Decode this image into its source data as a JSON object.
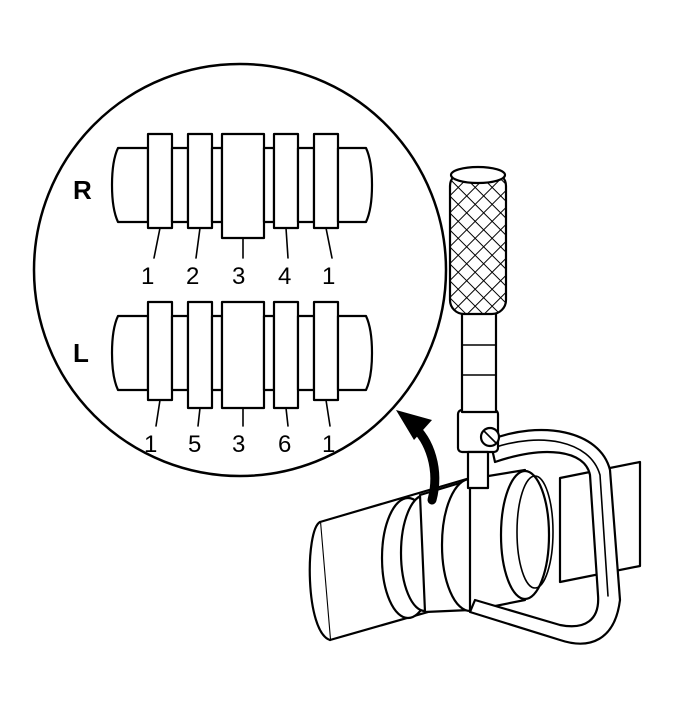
{
  "diagram": {
    "rows": [
      {
        "letter": "R",
        "labels": [
          "1",
          "2",
          "3",
          "4",
          "1"
        ]
      },
      {
        "letter": "L",
        "labels": [
          "1",
          "5",
          "3",
          "6",
          "1"
        ]
      }
    ],
    "colors": {
      "line": "#000000",
      "fill": "#ffffff"
    }
  }
}
